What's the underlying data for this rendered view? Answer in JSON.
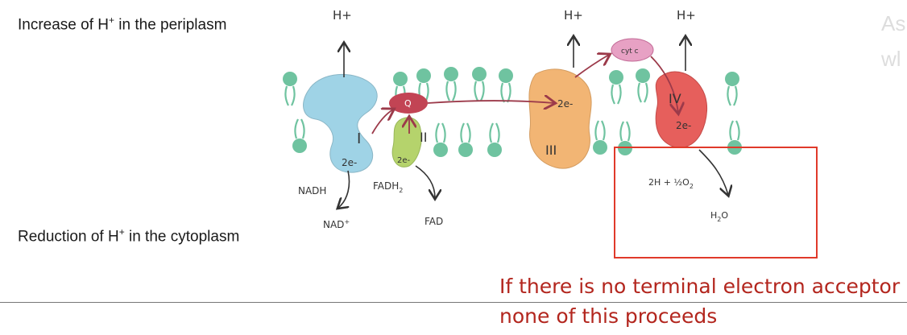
{
  "labels": {
    "top_prefix": "Increase of H",
    "top_sup": "+",
    "top_suffix": " in the periplasm",
    "bottom_prefix": "Reduction of H",
    "bottom_sup": "+",
    "bottom_suffix": " in the cytoplasm"
  },
  "diagram": {
    "h_plus_1": "H+",
    "h_plus_2": "H+",
    "h_plus_3": "H+",
    "complex_1": "I",
    "complex_2": "II",
    "complex_3": "III",
    "complex_4": "IV",
    "q": "Q",
    "cyt_c": "cyt c",
    "e_1": "2e-",
    "e_2": "2e-",
    "e_3": "2e-",
    "e_4": "2e-",
    "nadh": "NADH",
    "nad_prefix": "NAD",
    "nad_sup": "+",
    "fadh2": "FADH",
    "fadh2_sub": "2",
    "fad": "FAD",
    "oxygen_reaction": "2H + ½O",
    "oxygen_sub": "2",
    "water": "H",
    "water_sub": "2",
    "water_suffix": "O"
  },
  "faded_text": {
    "line1": "As",
    "line2": "wl"
  },
  "note": {
    "line1": "If there is no terminal electron acceptor",
    "line2": "none of this proceeds"
  },
  "colors": {
    "lipid": "#6fc3a0",
    "complex_1": "#9fd3e6",
    "complex_2": "#b5d36c",
    "complex_3": "#f2b574",
    "complex_4": "#e65f5c",
    "q": "#c24454",
    "cyt_c": "#e7a1c4",
    "note_red": "#b3261e",
    "box_red": "#e03a2a"
  }
}
